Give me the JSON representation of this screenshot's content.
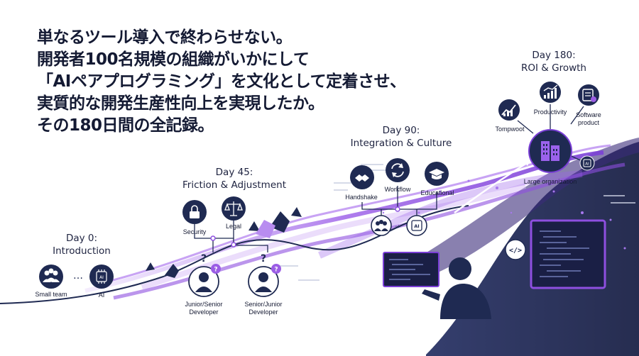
{
  "headline": {
    "lines": [
      "単なるツール導入で終わらせない。",
      "開発者100名規模の組織がいかにして",
      "「AIペアプログラミング」を文化として定着させ、",
      "実質的な開発生産性向上を実現したか。",
      "その180日間の全記録。"
    ]
  },
  "stages": {
    "day0": {
      "day": "Day 0:",
      "title": "Introduction"
    },
    "day45": {
      "day": "Day 45:",
      "title": "Friction & Adjustment"
    },
    "day90": {
      "day": "Day 90:",
      "title": "Integration & Culture"
    },
    "day180": {
      "day": "Day 180:",
      "title": "ROI & Growth"
    }
  },
  "labels": {
    "small_team": "Small team",
    "ai": "AI",
    "security": "Security",
    "legal": "Legal",
    "dev1": "Junior/Senior Developer",
    "dev2": "Senior/Junior Developer",
    "handshake": "Handshake",
    "workflow": "Workflow",
    "educational": "Educational",
    "tompwoot": "Tompwoot",
    "productivity": "Productivity",
    "software_product": "Software product",
    "large_org": "Large organization",
    "chip_ai": "AI",
    "code_sym": "</>",
    "question": "?"
  },
  "colors": {
    "navy": "#1f2a52",
    "purple": "#8e4fe0",
    "light_purple": "#c9a6f5",
    "text": "#141a33"
  },
  "icons": [
    "people-icon",
    "chip-icon",
    "lock-icon",
    "scales-icon",
    "person-icon",
    "handshake-icon",
    "cycle-icon",
    "graduation-cap-icon",
    "chart-icon",
    "building-icon",
    "checklist-icon",
    "code-icon"
  ]
}
